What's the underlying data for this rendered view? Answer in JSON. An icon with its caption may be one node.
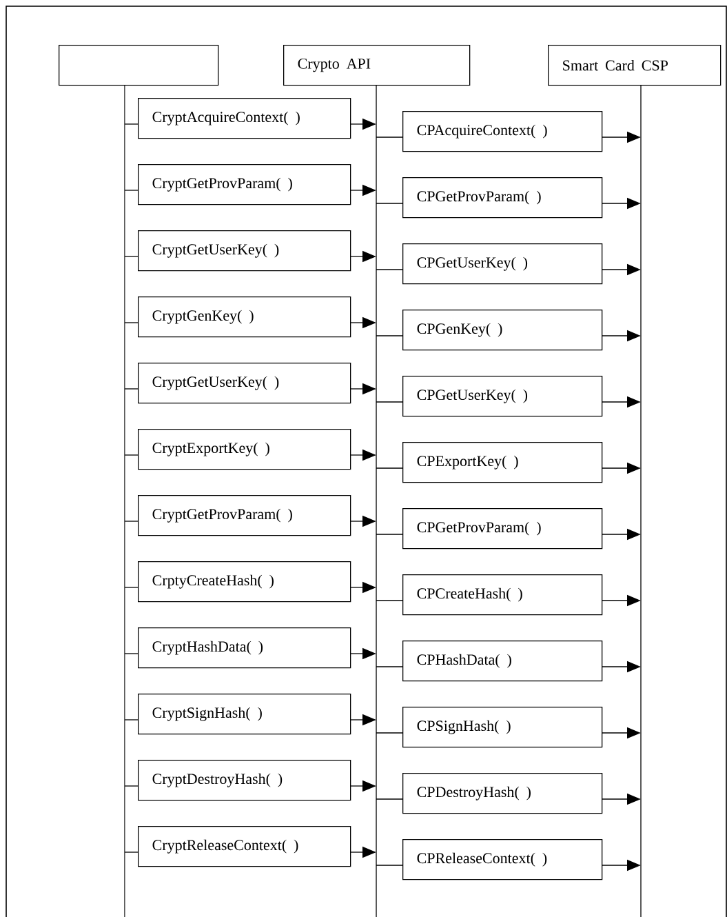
{
  "diagram": {
    "nodes": [
      {
        "text": [],
        "shape": "box"
      },
      {
        "text": [
          "Crypto API"
        ]
      },
      {
        "text": [
          "Smart Card CSP"
        ]
      },
      {
        "text": [
          "CryptAcquireContext( )"
        ]
      },
      {
        "text": [
          "CryptGetProvParam( )"
        ]
      },
      {
        "text": [
          "CryptGetUserKey( )"
        ]
      },
      {
        "text": [
          "CryptGenKey( )"
        ]
      },
      {
        "text": [
          "CryptGetUserKey( )"
        ]
      },
      {
        "text": [
          "CryptExportKey( )"
        ]
      },
      {
        "text": [
          "CryptGetProvParam( )"
        ]
      },
      {
        "text": [
          "CrptyCreateHash( )"
        ]
      },
      {
        "text": [
          "CryptHashData( )"
        ]
      },
      {
        "text": [
          "CryptSignHash( )"
        ]
      },
      {
        "text": [
          "CryptDestroyHash( )"
        ]
      },
      {
        "text": [
          "CryptReleaseContext( )"
        ]
      },
      {
        "text": [
          "CPAcquireContext( )"
        ]
      },
      {
        "text": [
          "CPGetProvParam( )"
        ]
      },
      {
        "text": [
          "CPGetUserKey( )"
        ]
      },
      {
        "text": [
          "CPGenKey( )"
        ]
      },
      {
        "text": [
          "CPGetUserKey( )"
        ]
      },
      {
        "text": [
          "CPExportKey( )"
        ]
      },
      {
        "text": [
          "CPGetProvParam( )"
        ]
      },
      {
        "text": [
          "CPCreateHash( )"
        ]
      },
      {
        "text": [
          "CPHashData( )"
        ]
      },
      {
        "text": [
          "CPSignHash( )"
        ]
      },
      {
        "text": [
          "CPDestroyHash( )"
        ]
      },
      {
        "text": [
          "CPReleaseContext( )"
        ]
      }
    ],
    "edges": [
      {
        "from": 0,
        "to": 3,
        "arrow": "none"
      },
      {
        "from": 3,
        "to": 1,
        "arrow": "to"
      },
      {
        "from": 1,
        "to": 15,
        "arrow": "none"
      },
      {
        "from": 15,
        "to": 2,
        "arrow": "to"
      },
      {
        "from": 0,
        "to": 4,
        "arrow": "none"
      },
      {
        "from": 4,
        "to": 1,
        "arrow": "to"
      },
      {
        "from": 1,
        "to": 16,
        "arrow": "none"
      },
      {
        "from": 16,
        "to": 2,
        "arrow": "to"
      },
      {
        "from": 0,
        "to": 5,
        "arrow": "none"
      },
      {
        "from": 5,
        "to": 1,
        "arrow": "to"
      },
      {
        "from": 1,
        "to": 17,
        "arrow": "none"
      },
      {
        "from": 17,
        "to": 2,
        "arrow": "to"
      },
      {
        "from": 0,
        "to": 6,
        "arrow": "none"
      },
      {
        "from": 6,
        "to": 1,
        "arrow": "to"
      },
      {
        "from": 1,
        "to": 18,
        "arrow": "none"
      },
      {
        "from": 18,
        "to": 2,
        "arrow": "to"
      },
      {
        "from": 0,
        "to": 7,
        "arrow": "none"
      },
      {
        "from": 7,
        "to": 1,
        "arrow": "to"
      },
      {
        "from": 1,
        "to": 19,
        "arrow": "none"
      },
      {
        "from": 19,
        "to": 2,
        "arrow": "to"
      },
      {
        "from": 0,
        "to": 8,
        "arrow": "none"
      },
      {
        "from": 8,
        "to": 1,
        "arrow": "to"
      },
      {
        "from": 1,
        "to": 20,
        "arrow": "none"
      },
      {
        "from": 20,
        "to": 2,
        "arrow": "to"
      },
      {
        "from": 0,
        "to": 9,
        "arrow": "none"
      },
      {
        "from": 9,
        "to": 1,
        "arrow": "to"
      },
      {
        "from": 1,
        "to": 21,
        "arrow": "none"
      },
      {
        "from": 21,
        "to": 2,
        "arrow": "to"
      },
      {
        "from": 0,
        "to": 10,
        "arrow": "none"
      },
      {
        "from": 10,
        "to": 1,
        "arrow": "to"
      },
      {
        "from": 1,
        "to": 22,
        "arrow": "none"
      },
      {
        "from": 22,
        "to": 2,
        "arrow": "to"
      },
      {
        "from": 0,
        "to": 11,
        "arrow": "none"
      },
      {
        "from": 11,
        "to": 1,
        "arrow": "to"
      },
      {
        "from": 1,
        "to": 23,
        "arrow": "none"
      },
      {
        "from": 23,
        "to": 2,
        "arrow": "to"
      },
      {
        "from": 0,
        "to": 12,
        "arrow": "none"
      },
      {
        "from": 12,
        "to": 1,
        "arrow": "to"
      },
      {
        "from": 1,
        "to": 24,
        "arrow": "none"
      },
      {
        "from": 24,
        "to": 2,
        "arrow": "to"
      },
      {
        "from": 0,
        "to": 13,
        "arrow": "none"
      },
      {
        "from": 13,
        "to": 1,
        "arrow": "to"
      },
      {
        "from": 1,
        "to": 25,
        "arrow": "none"
      },
      {
        "from": 25,
        "to": 2,
        "arrow": "to"
      },
      {
        "from": 0,
        "to": 14,
        "arrow": "none"
      },
      {
        "from": 14,
        "to": 1,
        "arrow": "to"
      },
      {
        "from": 1,
        "to": 26,
        "arrow": "none"
      },
      {
        "from": 26,
        "to": 2,
        "arrow": "to"
      }
    ]
  }
}
